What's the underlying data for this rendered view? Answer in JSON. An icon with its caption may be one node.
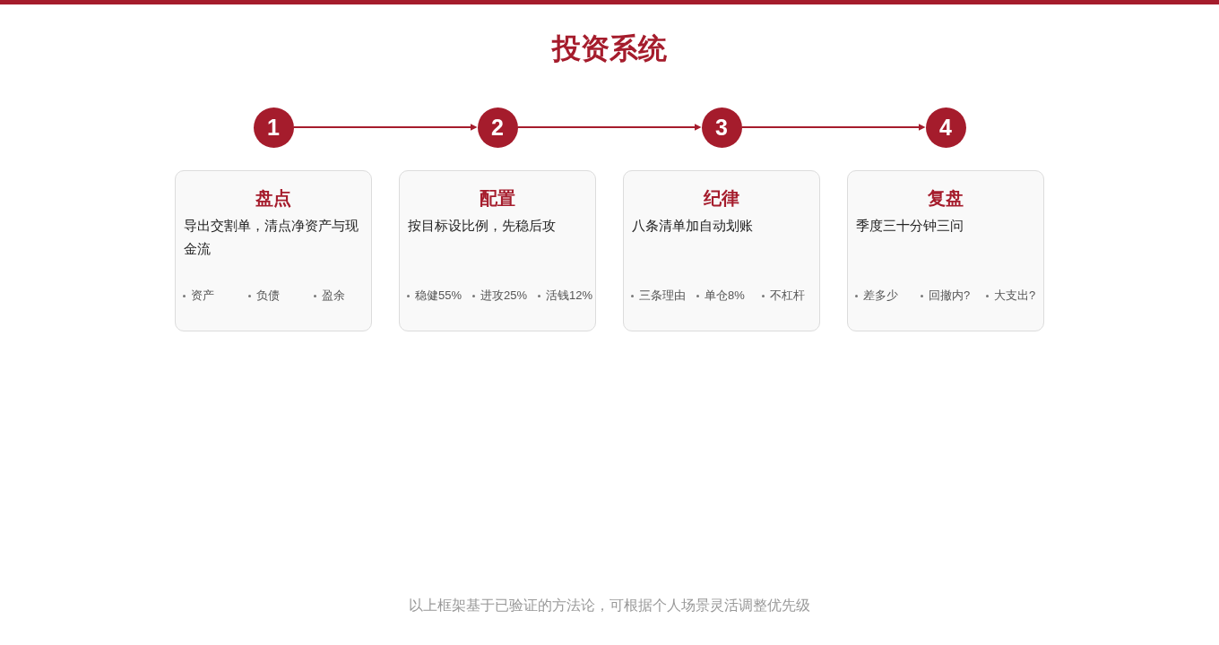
{
  "diagram": {
    "title": "投资系统",
    "caption": "以上框架基于已验证的方法论，可根据个人场景灵活调整优先级",
    "nodes": [
      {
        "text": [
          "1"
        ]
      },
      {
        "text": [
          "2"
        ]
      },
      {
        "text": [
          "3"
        ]
      },
      {
        "text": [
          "4"
        ]
      },
      {
        "text": [
          "盘点",
          "导出交割单，清点净资产与现金流",
          "资产",
          "负债",
          "盈余"
        ]
      },
      {
        "text": [
          "配置",
          "按目标设比例，先稳后攻",
          "稳健55%",
          "进攻25%",
          "活钱12%"
        ]
      },
      {
        "text": [
          "纪律",
          "八条清单加自动划账",
          "三条理由",
          "单仓8%",
          "不杠杆"
        ]
      },
      {
        "text": [
          "复盘",
          "季度三十分钟三问",
          "差多少",
          "回撤内?",
          "大支出?"
        ]
      }
    ],
    "edges": [
      {
        "from": 0,
        "to": 1,
        "arrow": "to"
      },
      {
        "from": 1,
        "to": 2,
        "arrow": "to"
      },
      {
        "from": 2,
        "to": 3,
        "arrow": "to"
      }
    ]
  }
}
